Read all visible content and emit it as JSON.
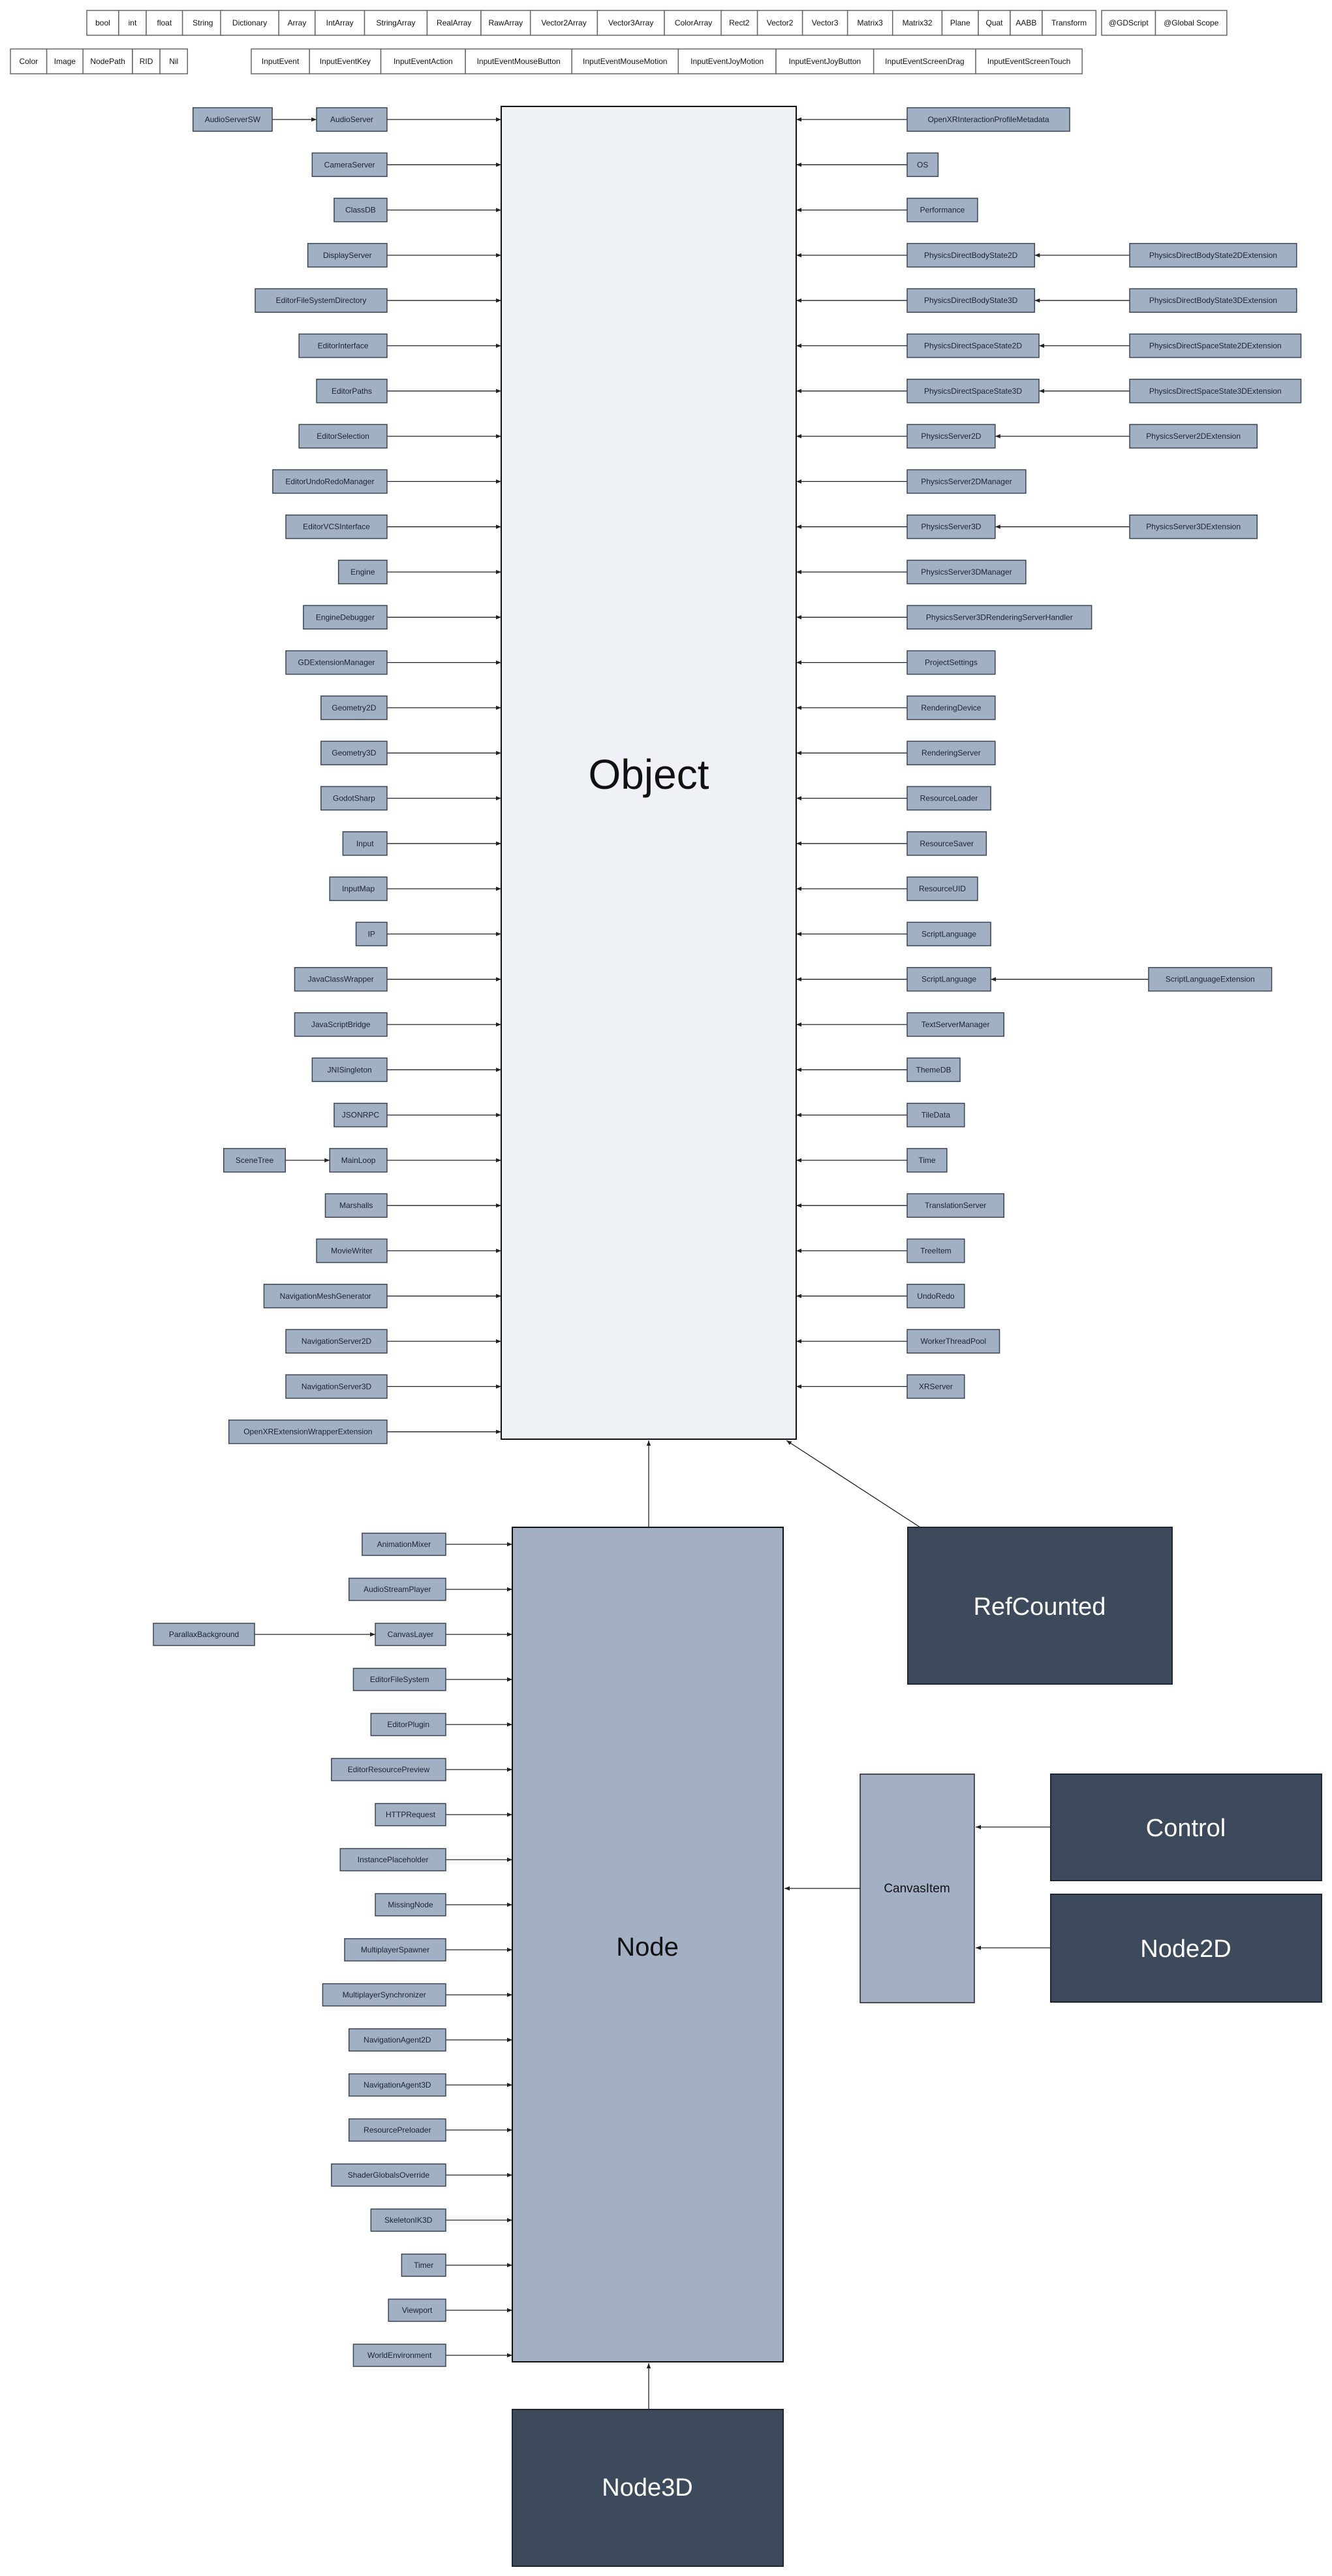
{
  "types": {
    "group1": [
      "bool",
      "int",
      "float",
      "String"
    ],
    "group2": [
      "Dictionary",
      "Array",
      "IntArray",
      "StringArray",
      "RealArray",
      "RawArray",
      "Vector2Array",
      "Vector3Array",
      "ColorArray"
    ],
    "group3": [
      "Rect2",
      "Vector2",
      "Vector3",
      "Matrix3",
      "Matrix32",
      "Plane",
      "Quat",
      "AABB",
      "Transform"
    ],
    "group4": [
      "@GDScript",
      "@Global Scope"
    ],
    "group5": [
      "Color",
      "Image",
      "NodePath",
      "RID",
      "Nil"
    ],
    "group6": [
      "InputEvent",
      "InputEventKey",
      "InputEventAction",
      "InputEventMouseButton",
      "InputEventMouseMotion",
      "InputEventJoyMotion",
      "InputEventJoyButton",
      "InputEventScreenDrag",
      "InputEventScreenTouch"
    ]
  },
  "object": {
    "label": "Object",
    "left_children": [
      "AudioServer",
      "CameraServer",
      "ClassDB",
      "DisplayServer",
      "EditorFileSystemDirectory",
      "EditorInterface",
      "EditorPaths",
      "EditorSelection",
      "EditorUndoRedoManager",
      "EditorVCSInterface",
      "Engine",
      "EngineDebugger",
      "GDExtensionManager",
      "Geometry2D",
      "Geometry3D",
      "GodotSharp",
      "Input",
      "InputMap",
      "IP",
      "JavaClassWrapper",
      "JavaScriptBridge",
      "JNISingleton",
      "JSONRPC",
      "MainLoop",
      "Marshalls",
      "MovieWriter",
      "NavigationMeshGenerator",
      "NavigationServer2D",
      "NavigationServer3D",
      "OpenXRExtensionWrapperExtension"
    ],
    "right_children": [
      "OpenXRInteractionProfileMetadata",
      "OS",
      "Performance",
      "PhysicsDirectBodyState2D",
      "PhysicsDirectBodyState3D",
      "PhysicsDirectSpaceState2D",
      "PhysicsDirectSpaceState3D",
      "PhysicsServer2D",
      "PhysicsServer2DManager",
      "PhysicsServer3D",
      "PhysicsServer3DManager",
      "PhysicsServer3DRenderingServerHandler",
      "ProjectSettings",
      "RenderingDevice",
      "RenderingServer",
      "ResourceLoader",
      "ResourceSaver",
      "ResourceUID",
      "ScriptLanguage",
      "ScriptLanguage",
      "TextServerManager",
      "ThemeDB",
      "TileData",
      "Time",
      "TranslationServer",
      "TreeItem",
      "UndoRedo",
      "WorkerThreadPool",
      "XRServer"
    ],
    "left_grandchildren": [
      {
        "label": "AudioServerSW",
        "row": 0
      },
      {
        "label": "SceneTree",
        "row": 23
      }
    ],
    "right_grandchildren": [
      {
        "label": "PhysicsDirectBodyState2DExtension",
        "row": 3
      },
      {
        "label": "PhysicsDirectBodyState3DExtension",
        "row": 4
      },
      {
        "label": "PhysicsDirectSpaceState2DExtension",
        "row": 5
      },
      {
        "label": "PhysicsDirectSpaceState3DExtension",
        "row": 6
      },
      {
        "label": "PhysicsServer2DExtension",
        "row": 7
      },
      {
        "label": "PhysicsServer3DExtension",
        "row": 9
      },
      {
        "label": "ScriptLanguageExtension",
        "row": 19
      }
    ]
  },
  "refcounted": {
    "label": "RefCounted"
  },
  "node": {
    "label": "Node",
    "children": [
      "AnimationMixer",
      "AudioStreamPlayer",
      "CanvasLayer",
      "EditorFileSystem",
      "EditorPlugin",
      "EditorResourcePreview",
      "HTTPRequest",
      "InstancePlaceholder",
      "MissingNode",
      "MultiplayerSpawner",
      "MultiplayerSynchronizer",
      "NavigationAgent2D",
      "NavigationAgent3D",
      "ResourcePreloader",
      "ShaderGlobalsOverride",
      "SkeletonIK3D",
      "Timer",
      "Viewport",
      "WorldEnvironment"
    ],
    "grandchildren": [
      {
        "label": "ParallaxBackground",
        "row": 2
      }
    ]
  },
  "canvasitem": {
    "label": "CanvasItem"
  },
  "control": {
    "label": "Control"
  },
  "node2d": {
    "label": "Node2D"
  },
  "node3d": {
    "label": "Node3D"
  },
  "colors": {
    "small_box": "#a2b0c3",
    "object_box": "#eef2f6",
    "node_box": "#a3b0c3",
    "dark_box": "#3c4a5c"
  }
}
